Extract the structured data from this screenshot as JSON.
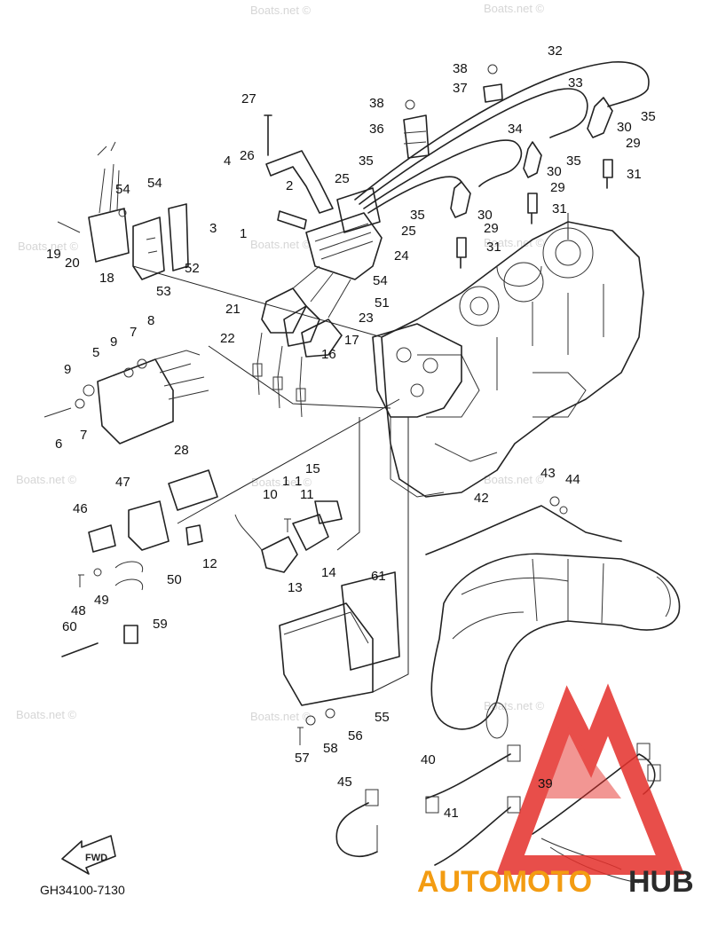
{
  "diagram": {
    "part_code": "GH34100-7130",
    "fwd_label": "FWD",
    "watermark": "Boats.net ©",
    "brand": {
      "auto": "AUTOMOTO",
      "hub": "HUB"
    },
    "colors": {
      "line": "#222222",
      "logo_red": "#e5302b",
      "logo_orange": "#f39c12",
      "logo_dark": "#2b2b2b"
    },
    "callouts": [
      {
        "label": "32"
      },
      {
        "label": "38"
      },
      {
        "label": "37"
      },
      {
        "label": "33"
      },
      {
        "label": "35"
      },
      {
        "label": "30"
      },
      {
        "label": "29"
      },
      {
        "label": "27"
      },
      {
        "label": "38"
      },
      {
        "label": "36"
      },
      {
        "label": "34"
      },
      {
        "label": "35"
      },
      {
        "label": "30"
      },
      {
        "label": "29"
      },
      {
        "label": "31"
      },
      {
        "label": "26"
      },
      {
        "label": "4"
      },
      {
        "label": "35"
      },
      {
        "label": "25"
      },
      {
        "label": "2"
      },
      {
        "label": "54"
      },
      {
        "label": "54"
      },
      {
        "label": "3"
      },
      {
        "label": "1"
      },
      {
        "label": "35"
      },
      {
        "label": "30"
      },
      {
        "label": "25"
      },
      {
        "label": "29"
      },
      {
        "label": "31"
      },
      {
        "label": "31"
      },
      {
        "label": "19"
      },
      {
        "label": "20"
      },
      {
        "label": "18"
      },
      {
        "label": "53"
      },
      {
        "label": "52"
      },
      {
        "label": "24"
      },
      {
        "label": "54"
      },
      {
        "label": "51"
      },
      {
        "label": "21"
      },
      {
        "label": "23"
      },
      {
        "label": "8"
      },
      {
        "label": "7"
      },
      {
        "label": "9"
      },
      {
        "label": "22"
      },
      {
        "label": "17"
      },
      {
        "label": "16"
      },
      {
        "label": "5"
      },
      {
        "label": "9"
      },
      {
        "label": "6"
      },
      {
        "label": "7"
      },
      {
        "label": "28"
      },
      {
        "label": "47"
      },
      {
        "label": "15"
      },
      {
        "label": "1"
      },
      {
        "label": "1"
      },
      {
        "label": "10"
      },
      {
        "label": "11"
      },
      {
        "label": "43"
      },
      {
        "label": "44"
      },
      {
        "label": "42"
      },
      {
        "label": "46"
      },
      {
        "label": "12"
      },
      {
        "label": "14"
      },
      {
        "label": "13"
      },
      {
        "label": "50"
      },
      {
        "label": "48"
      },
      {
        "label": "49"
      },
      {
        "label": "61"
      },
      {
        "label": "60"
      },
      {
        "label": "59"
      },
      {
        "label": "55"
      },
      {
        "label": "56"
      },
      {
        "label": "57"
      },
      {
        "label": "58"
      },
      {
        "label": "40"
      },
      {
        "label": "45"
      },
      {
        "label": "39"
      },
      {
        "label": "41"
      }
    ]
  }
}
